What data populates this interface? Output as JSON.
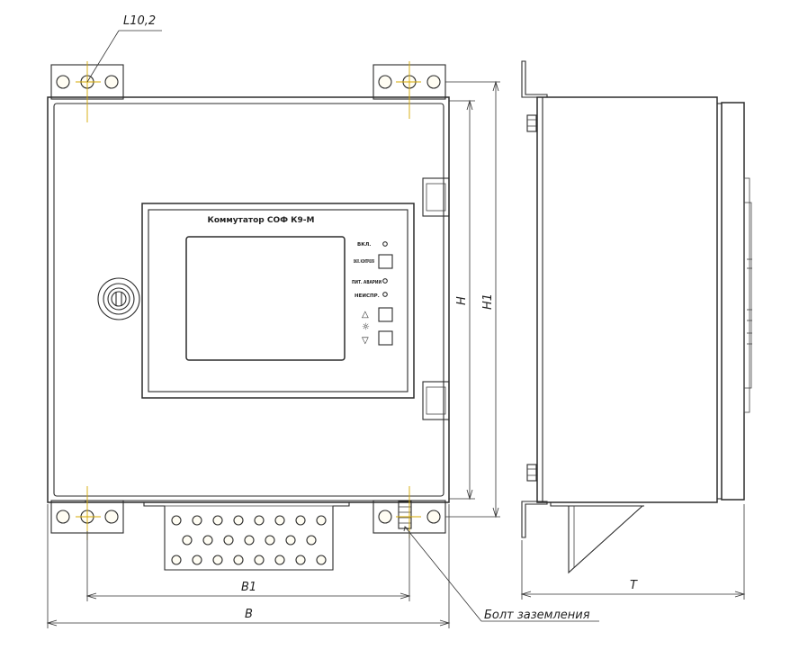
{
  "drawing": {
    "device_title": "Коммутатор СОФ К9-М",
    "indicators": {
      "power": "ВКЛ.",
      "control_button": "ВКЛ. КОНТРОЛЯ",
      "alarm": "ПИТ. АВАРИИ",
      "fault": "НЕИСПР."
    },
    "nav_symbols": {
      "up": "△",
      "brightness": "☼",
      "down": "▽"
    },
    "dimensions": {
      "hole_diameter": "L10,2",
      "height": "H",
      "height_total": "H1",
      "width_mount": "B1",
      "width": "B",
      "depth": "T"
    },
    "callouts": {
      "ground_bolt": "Болт заземления"
    }
  }
}
